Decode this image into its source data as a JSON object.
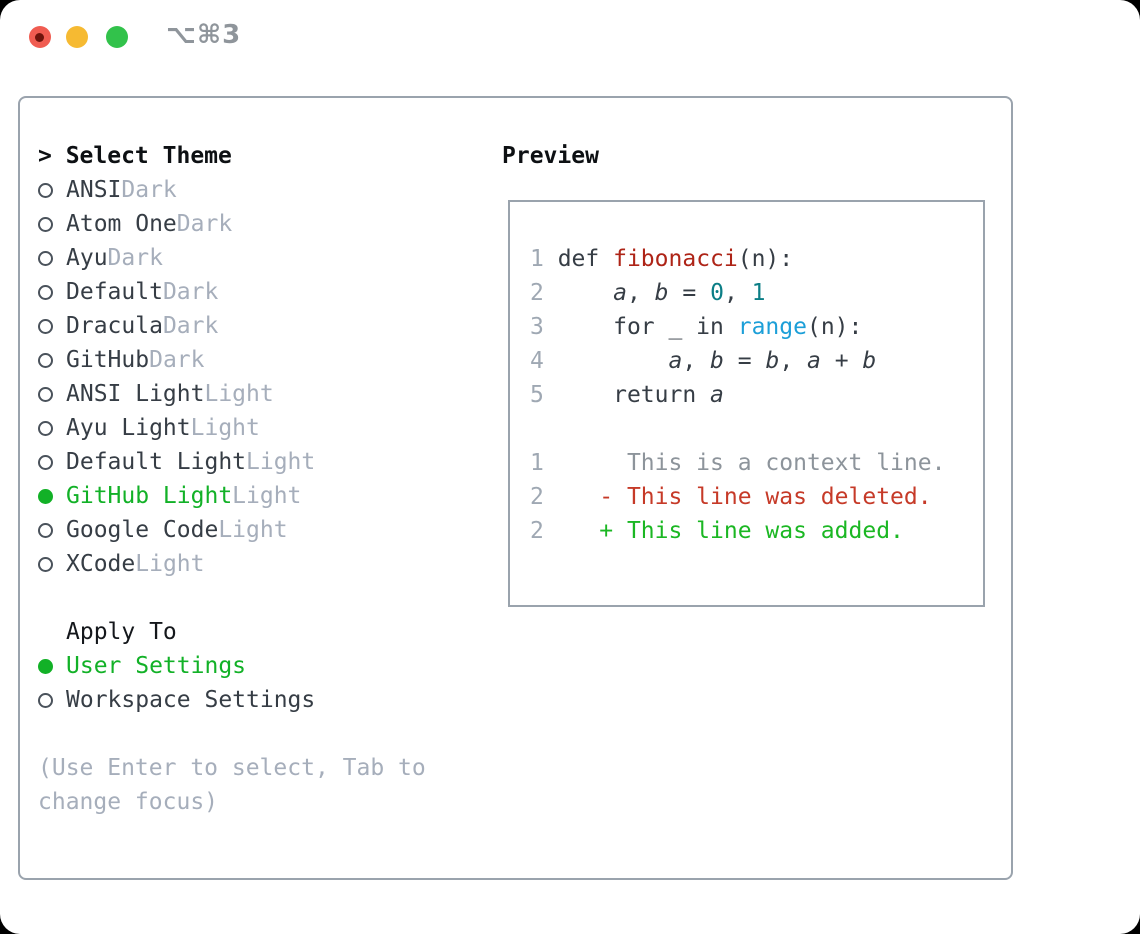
{
  "titlebar": {
    "shortcut": "⌥⌘3"
  },
  "select_theme": {
    "heading": "> Select Theme",
    "items": [
      {
        "name": "ANSI",
        "variant": "Dark",
        "selected": false
      },
      {
        "name": "Atom One",
        "variant": "Dark",
        "selected": false
      },
      {
        "name": "Ayu",
        "variant": "Dark",
        "selected": false
      },
      {
        "name": "Default",
        "variant": "Dark",
        "selected": false
      },
      {
        "name": "Dracula",
        "variant": "Dark",
        "selected": false
      },
      {
        "name": "GitHub",
        "variant": "Dark",
        "selected": false
      },
      {
        "name": "ANSI Light",
        "variant": "Light",
        "selected": false
      },
      {
        "name": "Ayu Light",
        "variant": "Light",
        "selected": false
      },
      {
        "name": "Default Light",
        "variant": "Light",
        "selected": false
      },
      {
        "name": "GitHub Light",
        "variant": "Light",
        "selected": true
      },
      {
        "name": "Google Code",
        "variant": "Light",
        "selected": false
      },
      {
        "name": "XCode",
        "variant": "Light",
        "selected": false
      }
    ]
  },
  "apply_to": {
    "heading": "Apply To",
    "items": [
      {
        "name": "User Settings",
        "selected": true
      },
      {
        "name": "Workspace Settings",
        "selected": false
      }
    ]
  },
  "hint": {
    "line1": "(Use Enter to select, Tab to",
    "line2": "change focus)"
  },
  "preview": {
    "heading": "Preview",
    "lines": [
      [
        [
          "ln",
          "1"
        ],
        [
          "pl",
          " def "
        ],
        [
          "fn",
          "fibonacci"
        ],
        [
          "pl",
          "(n):"
        ]
      ],
      [
        [
          "ln",
          "2"
        ],
        [
          "pl",
          "     "
        ],
        [
          "vr",
          "a"
        ],
        [
          "pl",
          ", "
        ],
        [
          "vr",
          "b"
        ],
        [
          "pl",
          " = "
        ],
        [
          "nm",
          "0"
        ],
        [
          "pl",
          ", "
        ],
        [
          "nm",
          "1"
        ]
      ],
      [
        [
          "ln",
          "3"
        ],
        [
          "pl",
          "     for _ in "
        ],
        [
          "cl",
          "range"
        ],
        [
          "pl",
          "(n):"
        ]
      ],
      [
        [
          "ln",
          "4"
        ],
        [
          "pl",
          "         "
        ],
        [
          "vr",
          "a"
        ],
        [
          "pl",
          ", "
        ],
        [
          "vr",
          "b"
        ],
        [
          "pl",
          " = "
        ],
        [
          "vr",
          "b"
        ],
        [
          "pl",
          ", "
        ],
        [
          "vr",
          "a"
        ],
        [
          "pl",
          " + "
        ],
        [
          "vr",
          "b"
        ]
      ],
      [
        [
          "ln",
          "5"
        ],
        [
          "pl",
          "     return "
        ],
        [
          "vr",
          "a"
        ]
      ],
      [],
      [
        [
          "ln",
          "1"
        ],
        [
          "ctx",
          "      This is a context line."
        ]
      ],
      [
        [
          "ln",
          "2"
        ],
        [
          "pl",
          "    "
        ],
        [
          "del",
          "- This line was deleted."
        ]
      ],
      [
        [
          "ln",
          "2"
        ],
        [
          "pl",
          "    "
        ],
        [
          "add",
          "+ This line was added."
        ]
      ]
    ]
  },
  "colors": {
    "accent_green": "#12b127",
    "added_green": "#1bb723",
    "deleted_red": "#c63a28",
    "function_red": "#ae2417",
    "number_teal": "#0b7e86",
    "call_blue": "#1c9fd8",
    "line_number_gray": "#9fa8b3",
    "muted_gray": "#a6aebb",
    "text_dark": "#363d45",
    "border_gray": "#9aa3ad",
    "traffic_red": "#f05c51",
    "traffic_yellow": "#f6ba32",
    "traffic_green": "#32c24b"
  }
}
